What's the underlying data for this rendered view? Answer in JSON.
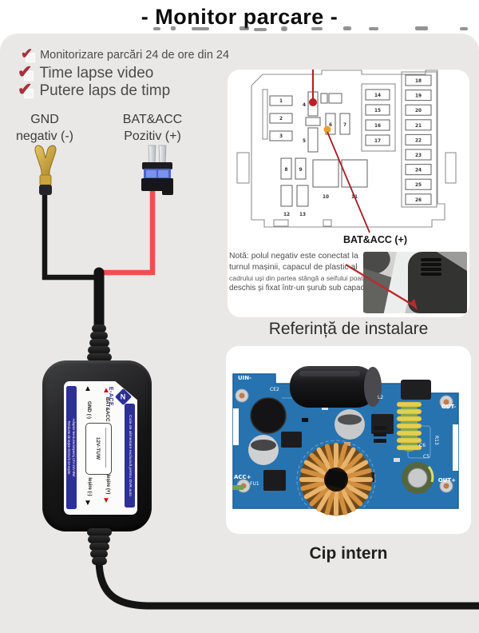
{
  "title": "- Monitor parcare -",
  "features": [
    "Monitorizare parcări 24 de ore din 24",
    "Time lapse video",
    "Putere laps de timp"
  ],
  "connectors": {
    "gnd_title": "GND",
    "gnd_sub": "negativ (-)",
    "bat_title": "BAT&ACC",
    "bat_sub": "Pozitiv (+)"
  },
  "fusebox": {
    "pointer_label": "BAT&ACC (+)",
    "groups": {
      "left": [
        "1",
        "2",
        "3"
      ],
      "mid": [
        "4",
        "5"
      ],
      "pair": [
        "6",
        "7"
      ],
      "col14": [
        "14",
        "15",
        "16",
        "17"
      ],
      "right": [
        "18",
        "19",
        "20",
        "21",
        "22",
        "23",
        "24",
        "25",
        "26"
      ],
      "bottom_small": [
        "8",
        "9"
      ],
      "bottom_big": [
        "10",
        "11"
      ],
      "bottom_low": [
        "12",
        "13"
      ]
    }
  },
  "note": {
    "line1": "Notă: polul negativ este conectat la",
    "line2": "turnul mașinii, capacul de plastic al",
    "line3": "cadrului uși din partea stângă a seifului poate fi",
    "line4": "deschis și fixat într-un șurub sub capac."
  },
  "captions": {
    "install": "Referință de instalare",
    "chip": "Cip intern"
  },
  "device": {
    "brand": "E-ACE",
    "in_bat": "BAT&ACC (+)",
    "in_gnd": "GND (-)",
    "model": "12V-TUW",
    "strip_right": "Cutie de alimentare exclusivă pentru DVR auto",
    "strip_left_1": "Adaptor tensiune/amperaj 12V-24V-8W",
    "strip_left_2": "Tensiune de ieșire DC5V/2.5A Ieșire",
    "out_neg": "Ieșire (-)",
    "out_pos": "Ieșire (+)"
  },
  "pcb": {
    "labels": [
      "UIN-",
      "CE2",
      "L2",
      "OUT-",
      "R13",
      "C6",
      "C5",
      "ACC+",
      "FU1",
      "OUT+"
    ]
  },
  "colors": {
    "check_red": "#a8303c",
    "wire_red": "#ee4f4e",
    "wire_black": "#161616",
    "panel_bg": "#e9e8e6",
    "pcb_blue": "#2673b0",
    "label_blue": "#2d2f9a",
    "pointer_red": "#bb2025",
    "dot_orange": "#f0a028"
  }
}
